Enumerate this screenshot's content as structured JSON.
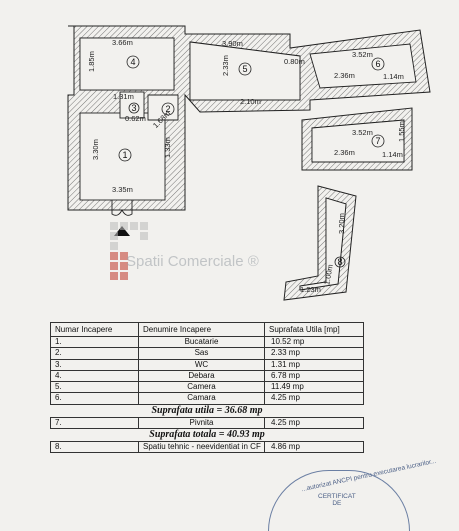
{
  "plan": {
    "dimensions": {
      "d_366": "3.66m",
      "d_390": "3.90m",
      "d_185": "1.85m",
      "d_233": "2.33m",
      "d_080": "0.80m",
      "d_352a": "3.52m",
      "d_236a": "2.36m",
      "d_114a": "1.14m",
      "d_131": "1.31m",
      "d_210": "2.10m",
      "d_062": "0.62m",
      "d_168": "1.68m",
      "d_330": "3.30m",
      "d_133": "1.33m",
      "d_335": "3.35m",
      "d_352b": "3.52m",
      "d_155": "1.55m",
      "d_236b": "2.36m",
      "d_114b": "1.14m",
      "d_320": "3.20m",
      "d_123": "1.23m",
      "d_100": "1.00m"
    },
    "room_numbers": [
      "1",
      "2",
      "3",
      "4",
      "5",
      "6",
      "7",
      "8"
    ],
    "watermark": "Spatii Comerciale ®"
  },
  "table": {
    "headers": [
      "Numar Incapere",
      "Denumire Incapere",
      "Suprafata Utila [mp]"
    ],
    "rows": [
      {
        "nr": "1.",
        "name": "Bucatarie",
        "area": "10.52 mp"
      },
      {
        "nr": "2.",
        "name": "Sas",
        "area": "2.33 mp"
      },
      {
        "nr": "3.",
        "name": "WC",
        "area": "1.31 mp"
      },
      {
        "nr": "4.",
        "name": "Debara",
        "area": "6.78 mp"
      },
      {
        "nr": "5.",
        "name": "Camera",
        "area": "11.49 mp"
      },
      {
        "nr": "6.",
        "name": "Camara",
        "area": "4.25 mp"
      }
    ],
    "summary_utila": "Suprafata utila = 36.68 mp",
    "row_7": {
      "nr": "7.",
      "name": "Pivnita",
      "area": "4.25 mp"
    },
    "summary_totala": "Suprafata totala = 40.93 mp",
    "row_8": {
      "nr": "8.",
      "name": "Spatiu tehnic - neevidentiat in CF",
      "area": "4.86 mp"
    }
  },
  "stamp": {
    "arc_text": "...autorizat ANCPI pentru executarea lucrarilor...",
    "cert_line1": "CERTIFICAT",
    "cert_line2": "DE"
  }
}
